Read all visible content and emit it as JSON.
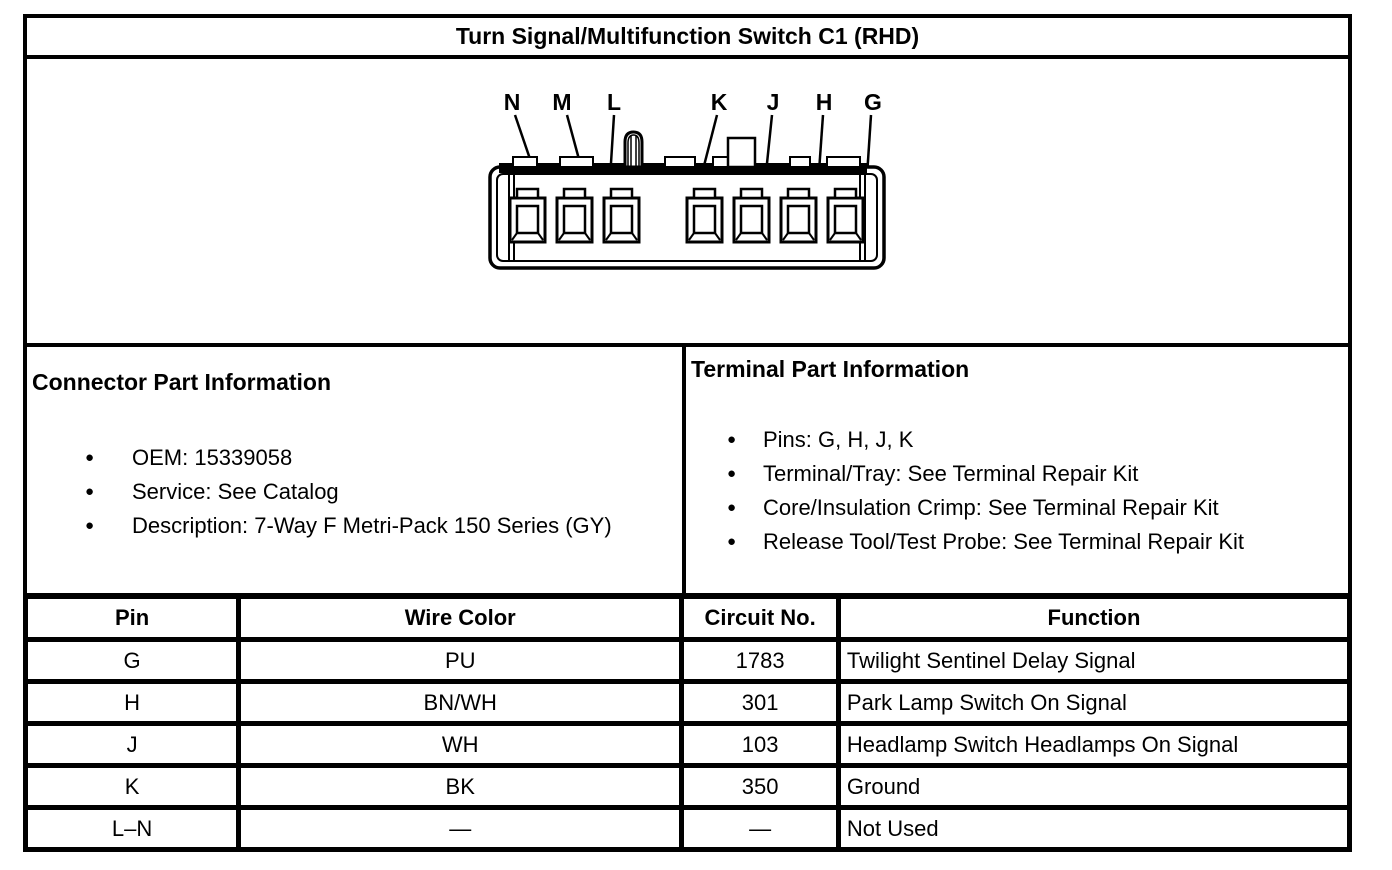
{
  "title": "Turn Signal/Multifunction Switch C1 (RHD)",
  "diagram": {
    "pin_labels": [
      "N",
      "M",
      "L",
      "K",
      "J",
      "H",
      "G"
    ]
  },
  "connector_part_information": {
    "heading": "Connector Part Information",
    "items": [
      "OEM: 15339058",
      "Service: See Catalog",
      "Description: 7-Way F Metri-Pack 150 Series (GY)"
    ]
  },
  "terminal_part_information": {
    "heading": "Terminal Part Information",
    "items": [
      "Pins: G, H, J, K",
      "Terminal/Tray: See Terminal Repair Kit",
      "Core/Insulation Crimp: See Terminal Repair Kit",
      "Release Tool/Test Probe: See Terminal Repair Kit"
    ]
  },
  "pin_table": {
    "headers": [
      "Pin",
      "Wire Color",
      "Circuit No.",
      "Function"
    ],
    "rows": [
      [
        "G",
        "PU",
        "1783",
        "Twilight Sentinel Delay Signal"
      ],
      [
        "H",
        "BN/WH",
        "301",
        "Park Lamp Switch On Signal"
      ],
      [
        "J",
        "WH",
        "103",
        "Headlamp Switch Headlamps On Signal"
      ],
      [
        "K",
        "BK",
        "350",
        "Ground"
      ],
      [
        "L–N",
        "—",
        "—",
        "Not Used"
      ]
    ]
  },
  "colors": {
    "line": "#000000",
    "background": "#ffffff"
  }
}
